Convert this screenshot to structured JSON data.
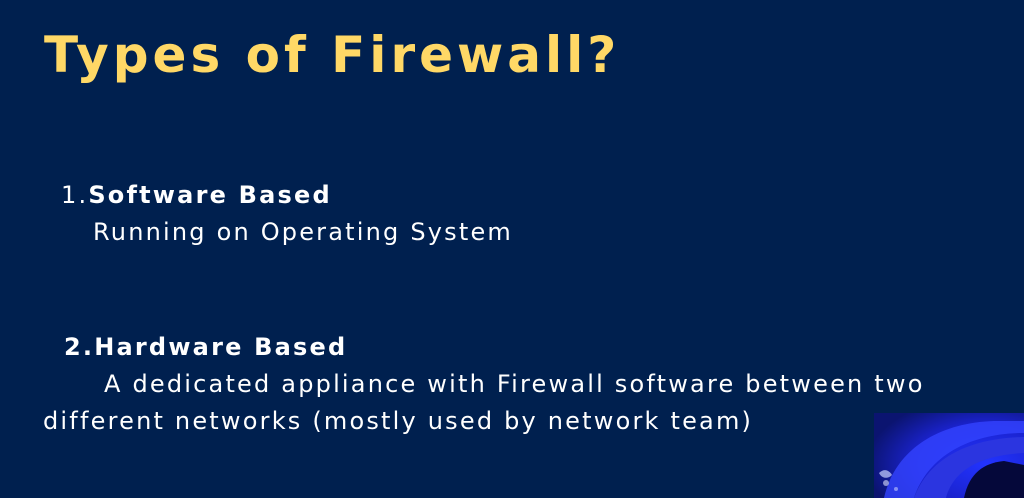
{
  "slide": {
    "title": "Types of Firewall?",
    "items": [
      {
        "number": "1.",
        "heading": "Software Based",
        "description_lines": [
          "Running on Operating System"
        ]
      },
      {
        "number": "2.",
        "heading": "Hardware Based",
        "description_lines": [
          "A dedicated appliance with Firewall software between two",
          "different networks (mostly used by network team)"
        ]
      }
    ]
  },
  "colors": {
    "background": "#00204f",
    "title": "#ffd866",
    "text": "#ffffff"
  }
}
